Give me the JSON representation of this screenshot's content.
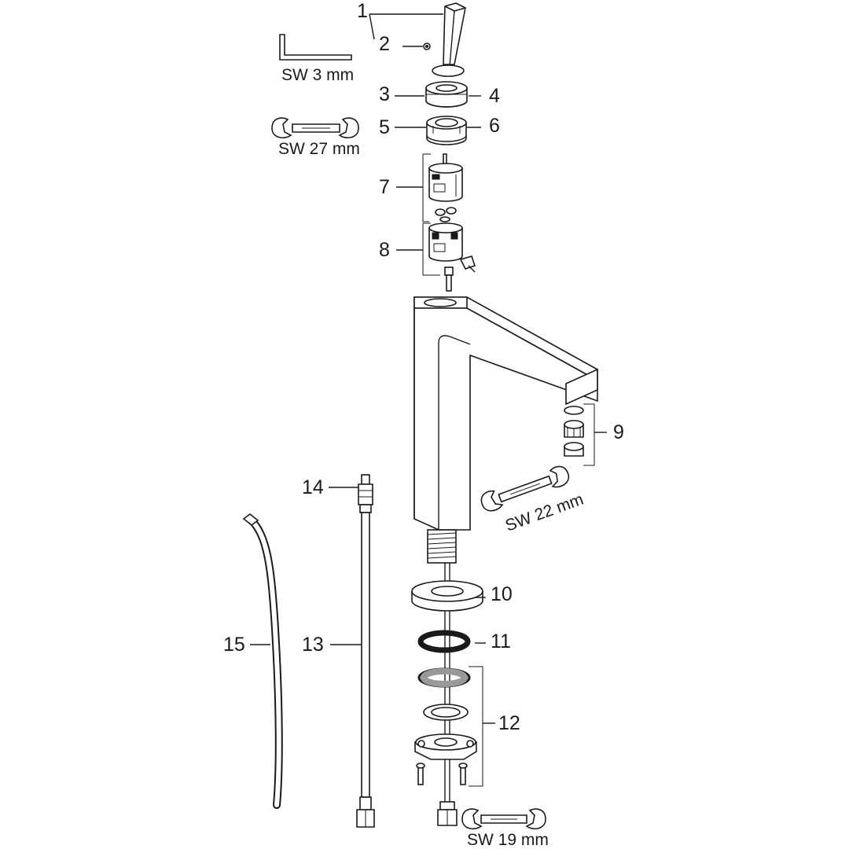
{
  "part_numbers": {
    "p1": "1",
    "p2": "2",
    "p3": "3",
    "p4": "4",
    "p5": "5",
    "p6": "6",
    "p7": "7",
    "p8": "8",
    "p9": "9",
    "p10": "10",
    "p11": "11",
    "p12": "12",
    "p13": "13",
    "p14": "14",
    "p15": "15"
  },
  "tool_labels": {
    "hex_key": "SW 3 mm",
    "wrench_27": "SW 27 mm",
    "wrench_22": "SW 22 mm",
    "wrench_19": "SW 19 mm"
  },
  "icons": [
    "hex-key-icon",
    "open-end-wrench-icon"
  ]
}
